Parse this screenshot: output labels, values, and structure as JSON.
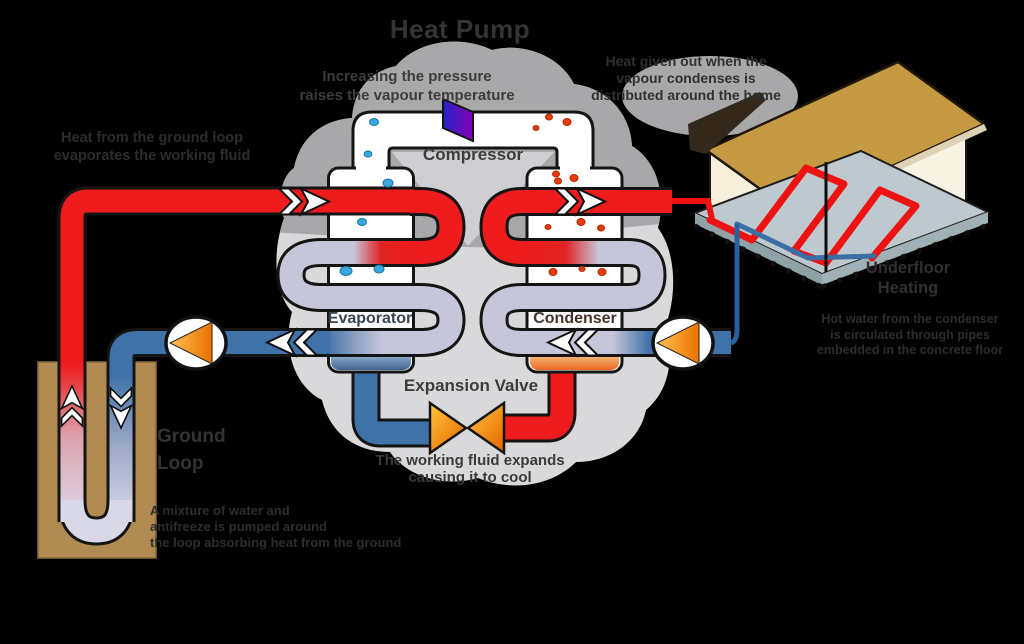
{
  "title": "Heat Pump",
  "components": {
    "compressor": "Compressor",
    "evaporator": "Evaporator",
    "condenser": "Condenser",
    "expansion_valve": "Expansion Valve",
    "ground_loop_line1": "Ground",
    "ground_loop_line2": "Loop",
    "house_label_line1": "Underfloor",
    "house_label_line2": "Heating"
  },
  "notes": {
    "compressor": {
      "line1": "Increasing the pressure",
      "line2": "raises the vapour temperature"
    },
    "expansion": {
      "line1": "The working fluid expands",
      "line2": "causing it to cool"
    },
    "evaporator": {
      "line1": "Heat from the ground loop",
      "line2": "evaporates the working fluid"
    },
    "condenser": {
      "line1": "Heat given out when the",
      "line2": "vapour condenses is",
      "line3": "distributed around the home"
    },
    "ground": {
      "line1": "A mixture of water and",
      "line2": "antifreeze is pumped around",
      "line3": "the loop absorbing heat from the ground"
    },
    "house": {
      "line1": "Hot water from the condenser",
      "line2": "is circulated through pipes",
      "line3": "embedded in the concrete floor"
    }
  },
  "colors": {
    "hot_pipe": "#ee1c1c",
    "cold_pipe": "#3f72a8",
    "coil": "#c6c6da",
    "valve_orange": "#f59a00",
    "compressor_blue": "#2424cc",
    "compressor_purple": "#8a00b4",
    "cloud_light": "#d9d9dc",
    "cloud_dark": "#a8a8ab",
    "ground_brown": "#b18a52",
    "roof_tan": "#c69a43",
    "wall_cream": "#f6efdb",
    "floor_slab": "#bdc9ce"
  }
}
